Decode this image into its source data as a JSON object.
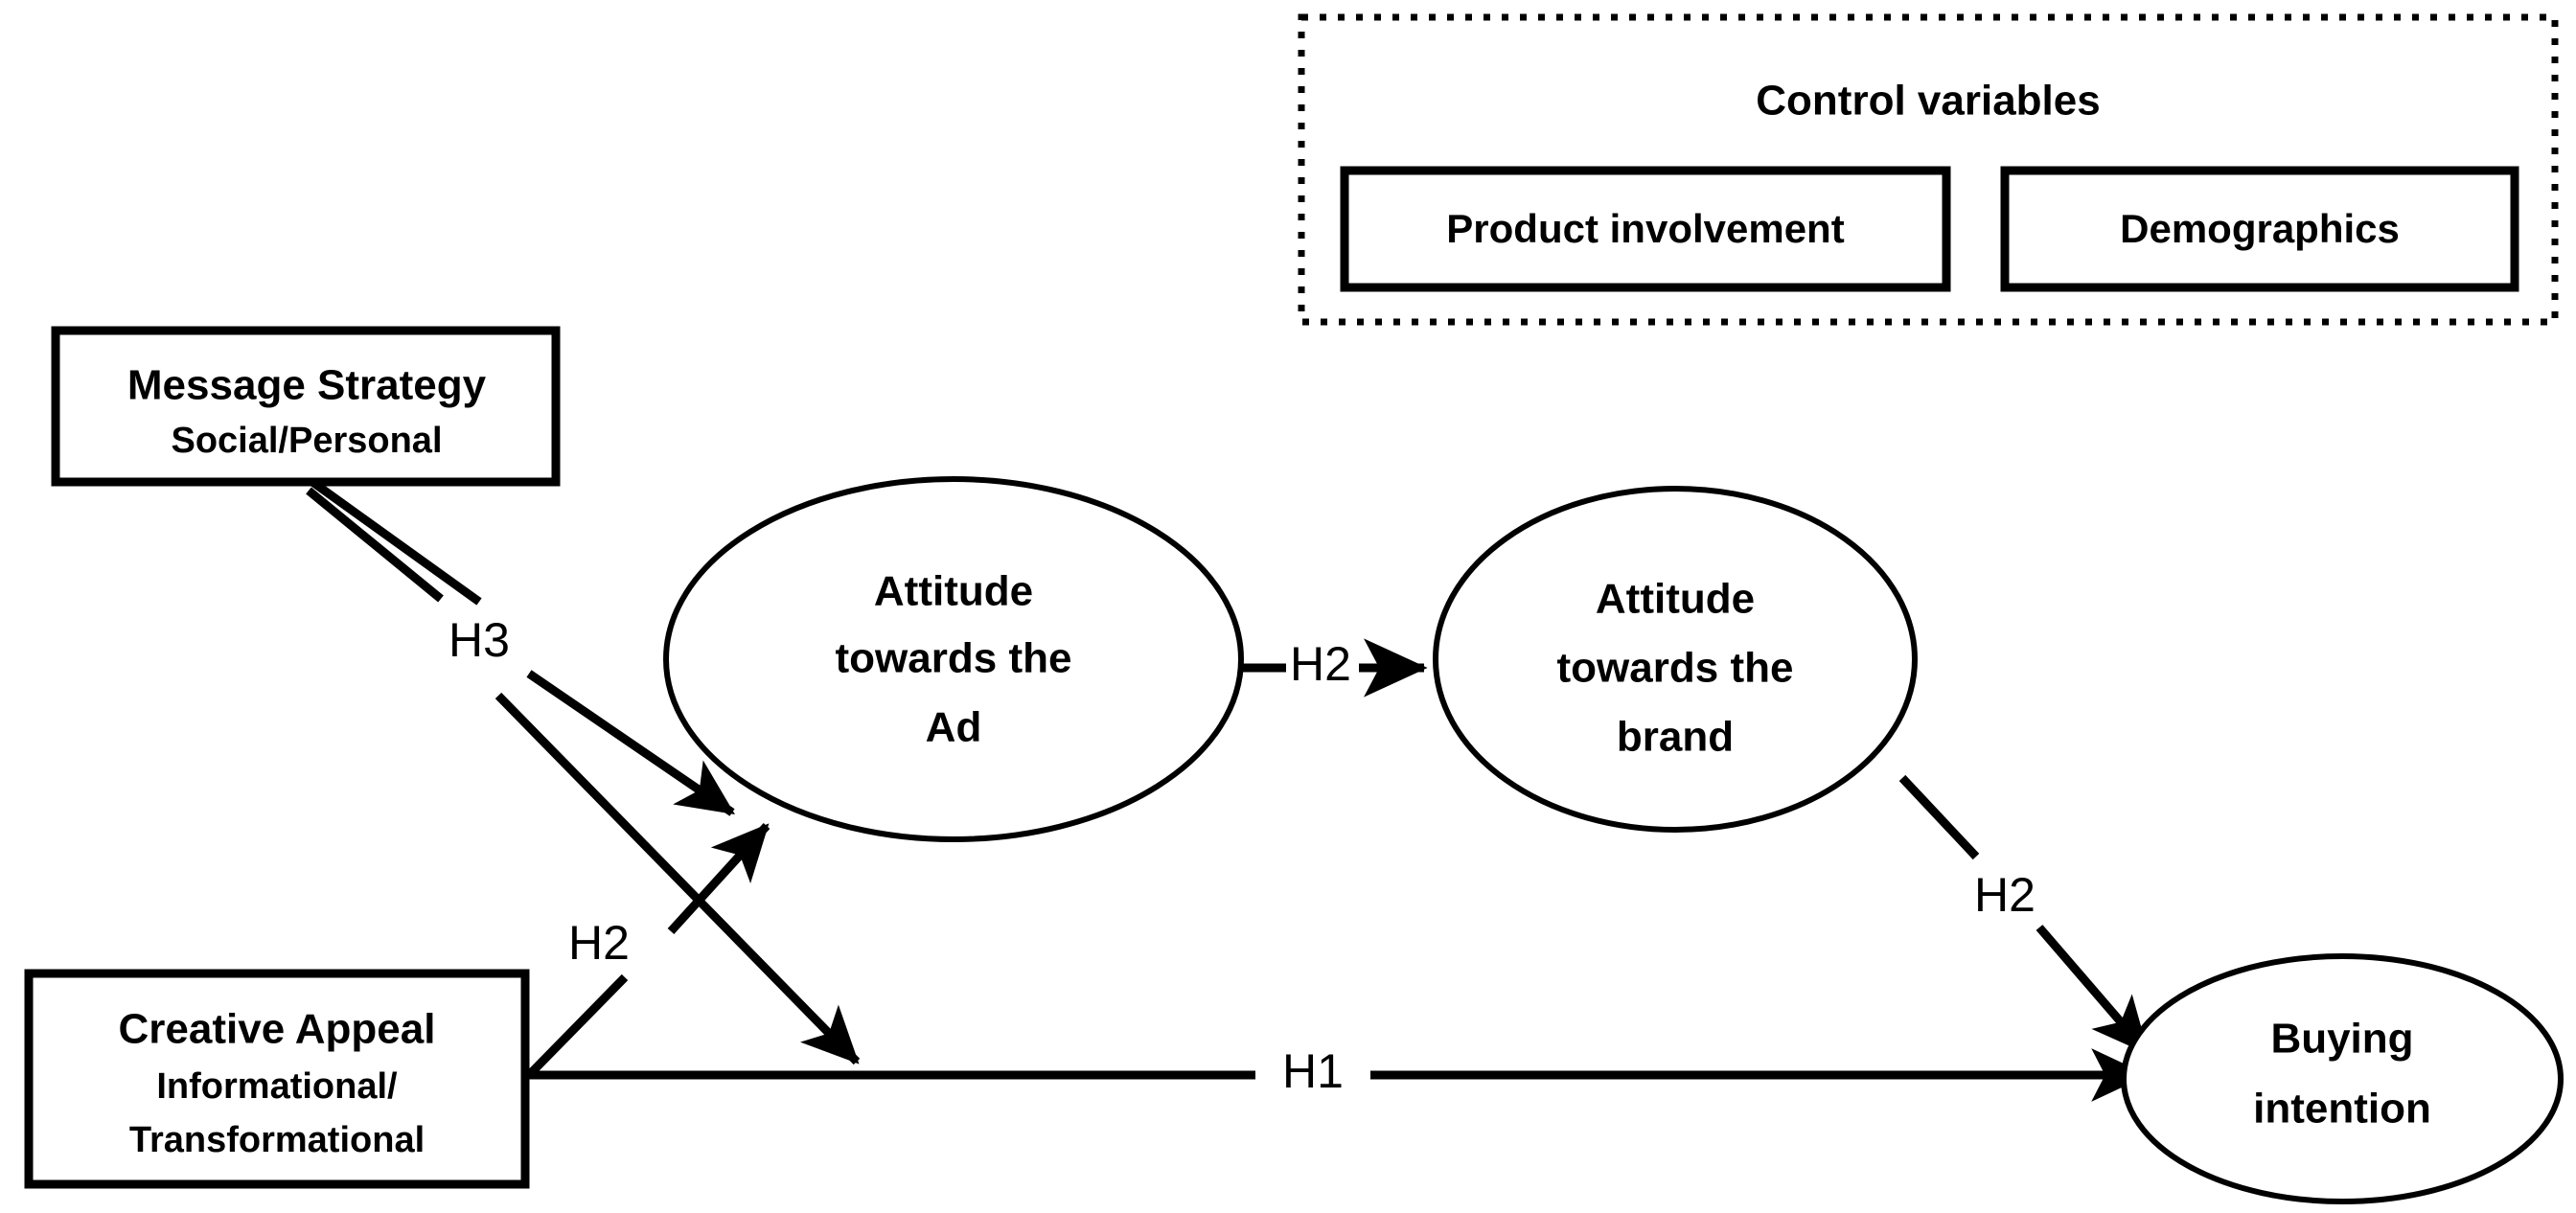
{
  "diagram": {
    "type": "conceptual-model",
    "background": "#ffffff",
    "stroke_color": "#000000",
    "control_group": {
      "title": "Control variables",
      "border_style": "dotted",
      "items": [
        {
          "label": "Product involvement"
        },
        {
          "label": "Demographics"
        }
      ]
    },
    "nodes": [
      {
        "id": "message-strategy",
        "shape": "rectangle",
        "title": "Message Strategy",
        "subtitle": "Social/Personal"
      },
      {
        "id": "creative-appeal",
        "shape": "rectangle",
        "title": "Creative Appeal",
        "subtitle_line1": "Informational/",
        "subtitle_line2": "Transformational"
      },
      {
        "id": "attitude-ad",
        "shape": "ellipse",
        "line1": "Attitude",
        "line2": "towards the",
        "line3": "Ad"
      },
      {
        "id": "attitude-brand",
        "shape": "ellipse",
        "line1": "Attitude",
        "line2": "towards the",
        "line3": "brand"
      },
      {
        "id": "buying-intention",
        "shape": "ellipse",
        "line1": "Buying",
        "line2": "intention"
      }
    ],
    "edges": [
      {
        "id": "ms-to-ad",
        "label": "H3",
        "from": "message-strategy",
        "to": "attitude-ad",
        "arrow": true
      },
      {
        "id": "ms-to-h1line",
        "label": "H3",
        "from": "message-strategy",
        "to": "h1-path",
        "arrow": true
      },
      {
        "id": "ca-to-ad",
        "label": "H2",
        "from": "creative-appeal",
        "to": "attitude-ad",
        "arrow": true
      },
      {
        "id": "ad-to-brand",
        "label": "H2",
        "from": "attitude-ad",
        "to": "attitude-brand",
        "arrow": true
      },
      {
        "id": "brand-to-buying",
        "label": "H2",
        "from": "attitude-brand",
        "to": "buying-intention",
        "arrow": true
      },
      {
        "id": "ca-to-buying",
        "label": "H1",
        "from": "creative-appeal",
        "to": "buying-intention",
        "arrow": true
      }
    ]
  }
}
